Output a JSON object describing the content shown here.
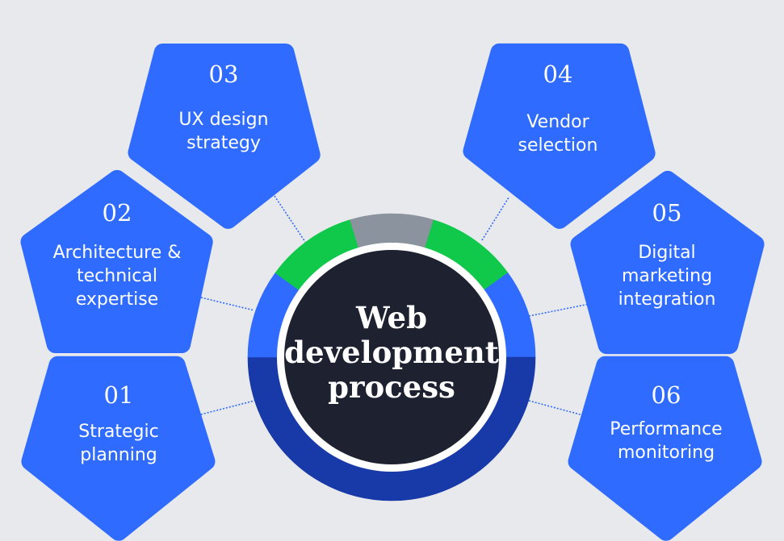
{
  "center": {
    "lines": [
      "Web",
      "development",
      "process"
    ]
  },
  "colors": {
    "background": "#e8e9ec",
    "pentagon": "#2f6bff",
    "ring_blue": "#2f6bff",
    "ring_dark_blue": "#1839a8",
    "ring_green": "#10c94b",
    "ring_gray": "#8a939e",
    "center_fill": "#1d2130",
    "connector": "#2f6bff"
  },
  "steps": [
    {
      "number": "01",
      "lines": [
        "Strategic",
        "planning"
      ]
    },
    {
      "number": "02",
      "lines": [
        "Architecture &",
        "technical",
        "expertise"
      ]
    },
    {
      "number": "03",
      "lines": [
        "UX design",
        "strategy"
      ]
    },
    {
      "number": "04",
      "lines": [
        "Vendor",
        "selection"
      ]
    },
    {
      "number": "05",
      "lines": [
        "Digital",
        "marketing",
        "integration"
      ]
    },
    {
      "number": "06",
      "lines": [
        "Performance",
        "monitoring"
      ]
    }
  ]
}
